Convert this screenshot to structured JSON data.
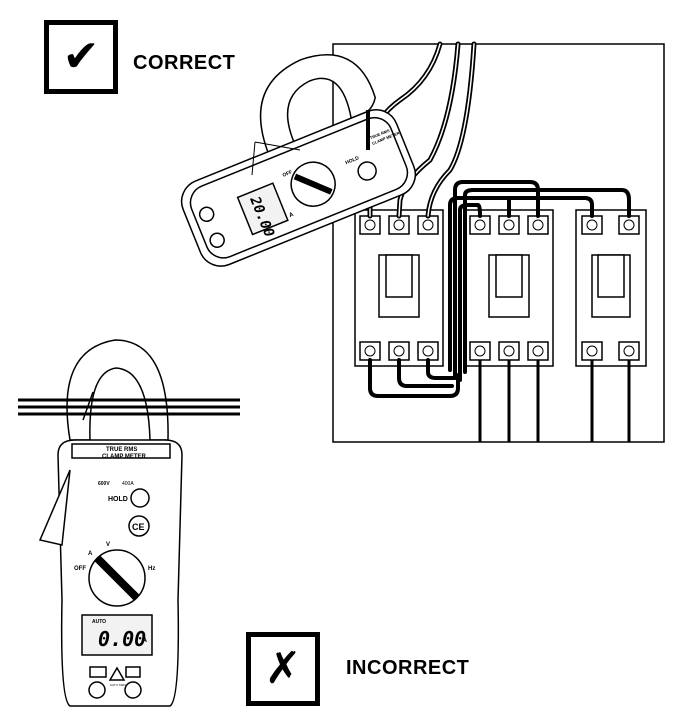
{
  "labels": {
    "correct": "CORRECT",
    "incorrect": "INCORRECT"
  },
  "icons": {
    "check": "✔",
    "cross": "✗"
  },
  "meter": {
    "brand": "TRUE RMS",
    "model": "CLAMP METER",
    "hold": "HOLD",
    "off": "OFF",
    "hz": "Hz",
    "ac_a": "A",
    "ac_v": "V",
    "ce": "CE",
    "display_value": "0.00",
    "display_unit": "A",
    "display_mode": "AUTO",
    "cat": "CAT II 600V",
    "ratings_1": "600V",
    "ratings_2": "400A"
  },
  "meter_top": {
    "display_value": "20.00",
    "display_unit": "A",
    "hold": "HOLD",
    "off": "OFF",
    "brand": "TRUE RMS",
    "model": "CLAMP METER"
  },
  "colors": {
    "ink": "#000000",
    "meter_body": "#ffffff",
    "display_bg": "#f2f2f2"
  }
}
